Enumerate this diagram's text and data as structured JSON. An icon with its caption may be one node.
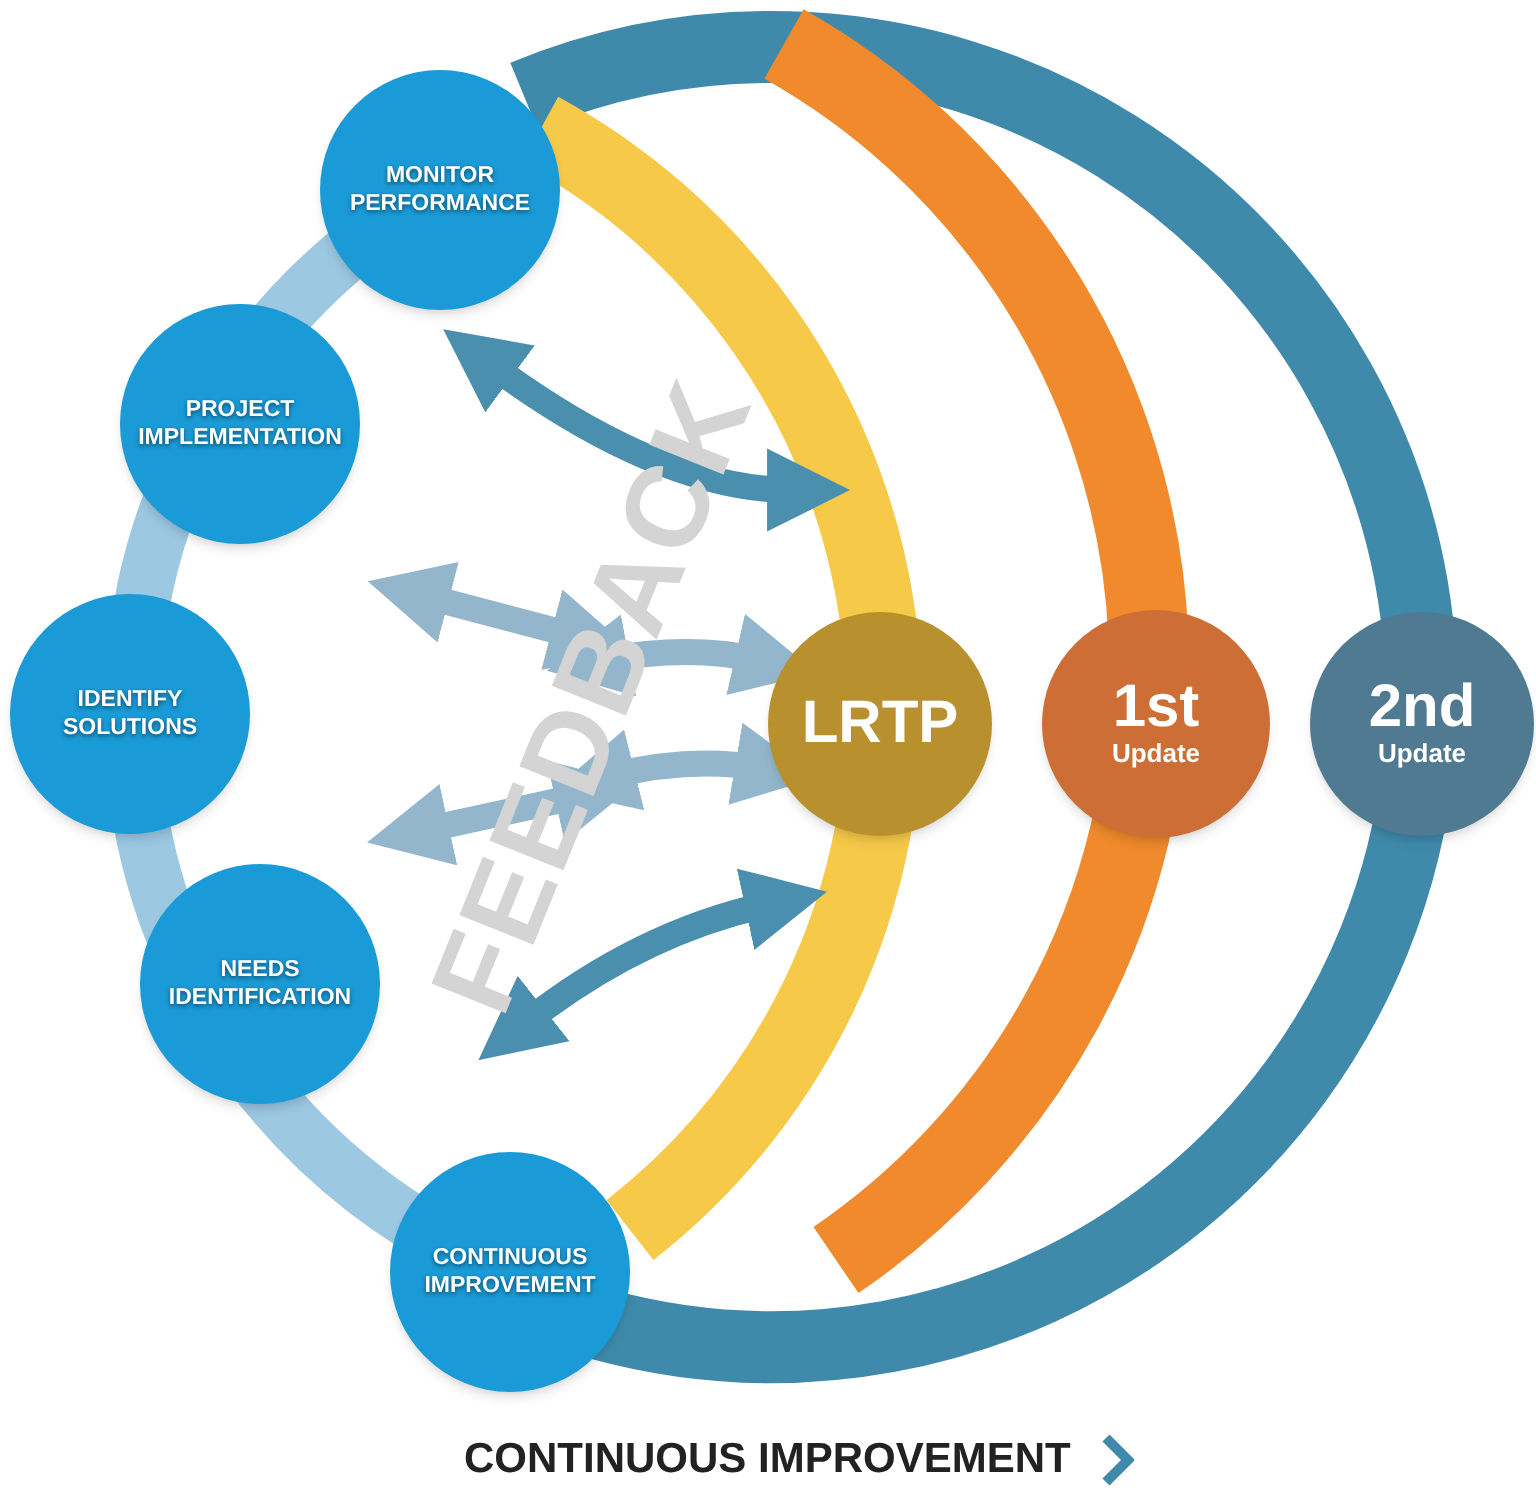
{
  "diagram": {
    "nodes": [
      {
        "text": [
          "MONITOR PERFORMANCE"
        ]
      },
      {
        "text": [
          "PROJECT IMPLEMENTATION"
        ]
      },
      {
        "text": [
          "IDENTIFY SOLUTIONS"
        ]
      },
      {
        "text": [
          "NEEDS IDENTIFICATION"
        ]
      },
      {
        "text": [
          "CONTINUOUS IMPROVEMENT"
        ]
      },
      {
        "text": [
          "LRTP"
        ]
      },
      {
        "text": [
          "1st",
          "Update"
        ]
      },
      {
        "text": [
          "2nd",
          "Update"
        ]
      }
    ],
    "labels": [
      "FEEDBACK",
      "CONTINUOUS IMPROVEMENT"
    ]
  }
}
